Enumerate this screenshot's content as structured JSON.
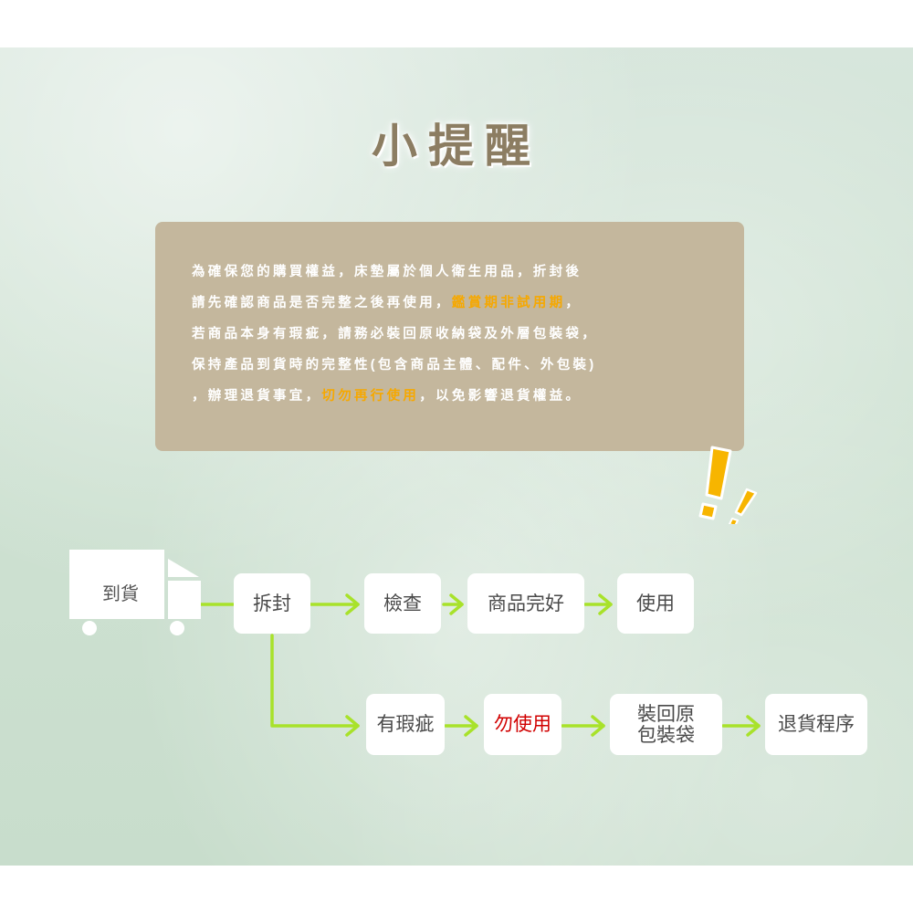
{
  "title": "小提醒",
  "notice": {
    "lines": [
      {
        "pre": "為確保您的購買權益，床墊屬於個人衛生用品，折封後",
        "hl": "",
        "post": ""
      },
      {
        "pre": "請先確認商品是否完整之後再使用，",
        "hl": "鑑賞期非試用期",
        "post": "，"
      },
      {
        "pre": "若商品本身有瑕疵，請務必裝回原收納袋及外層包裝袋，",
        "hl": "",
        "post": ""
      },
      {
        "pre": "保持產品到貨時的完整性(包含商品主體、配件、外包裝)",
        "hl": "",
        "post": ""
      },
      {
        "pre": "，辦理退貨事宜，",
        "hl": "切勿再行使用",
        "post": "，以免影響退貨權益。"
      }
    ]
  },
  "colors": {
    "title": "#8c7d62",
    "notice_bg": "#c4b79d",
    "highlight": "#f6a800",
    "arrow": "#a8e22a",
    "warning_text": "#d10000"
  },
  "flow": {
    "truck_label": "到貨",
    "row1": [
      "拆封",
      "檢查",
      "商品完好",
      "使用"
    ],
    "row2": [
      "有瑕疵",
      "勿使用",
      "裝回原\n包裝袋",
      "退貨程序"
    ]
  },
  "icons": [
    "truck-icon",
    "exclamation-icon"
  ]
}
